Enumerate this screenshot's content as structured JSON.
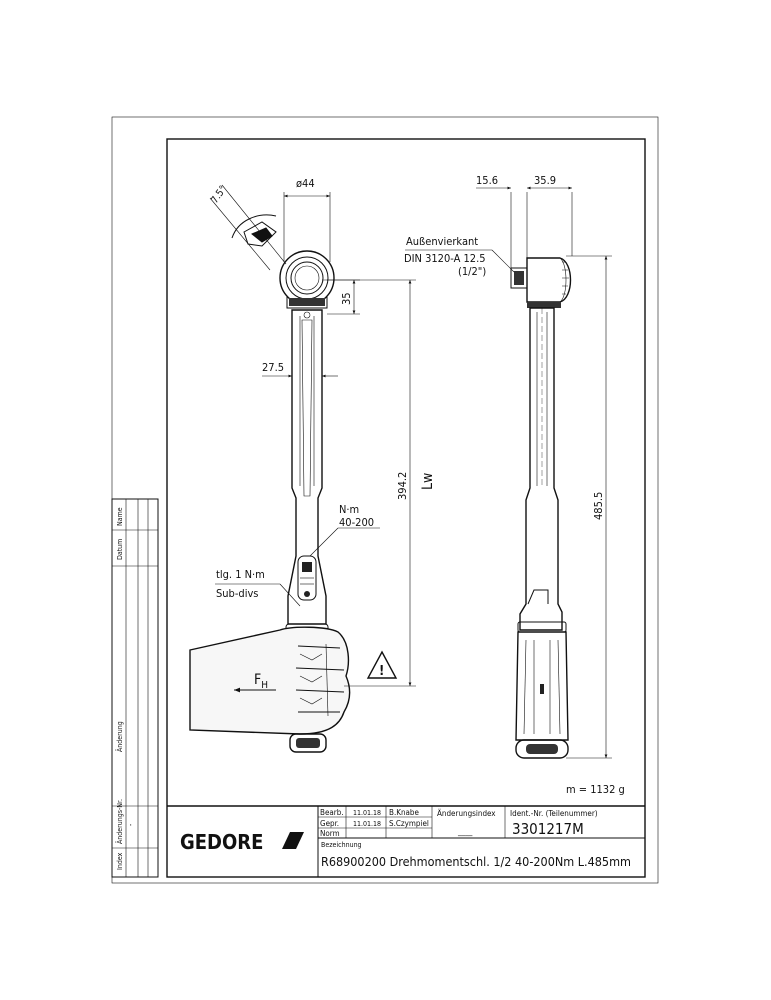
{
  "drawing": {
    "dimensions": {
      "angle": "7.5°",
      "head_diameter": "ø44",
      "head_offset": "35",
      "handle_width": "27.5",
      "length_lw": "394.2",
      "lw_label": "Lw",
      "square_offset": "15.6",
      "head_height": "35.9",
      "overall_length": "485.5"
    },
    "callouts": {
      "drive_title": "Außenvierkant",
      "drive_standard": "DIN 3120-A 12.5",
      "drive_size": "(1/2\")",
      "scale_unit": "N·m",
      "scale_range": "40-200",
      "graduation": "tlg. 1 N·m",
      "subdivs": "Sub-divs",
      "force_symbol": "F",
      "force_sub": "H",
      "warning_symbol": "!",
      "mass": "m = 1132 g"
    }
  },
  "revision_table": {
    "headers": [
      "Name",
      "Datum",
      "Änderung",
      "Änderungs-Nr.",
      "Index"
    ],
    "dash": "-"
  },
  "title_block": {
    "brand": "GEDORE",
    "rows": [
      {
        "role": "Bearb.",
        "date": "11.01.18",
        "name": "B.Knabe"
      },
      {
        "role": "Gepr.",
        "date": "11.01.18",
        "name": "S.Czympiel"
      },
      {
        "role": "Norm",
        "date": "",
        "name": ""
      }
    ],
    "change_index_label": "Änderungsindex",
    "change_index_value": "____",
    "ident_label": "Ident.-Nr. (Teilenummer)",
    "ident_number": "3301217M",
    "description_label": "Bezeichnung",
    "description": "R68900200 Drehmomentschl. 1/2 40-200Nm L.485mm"
  }
}
